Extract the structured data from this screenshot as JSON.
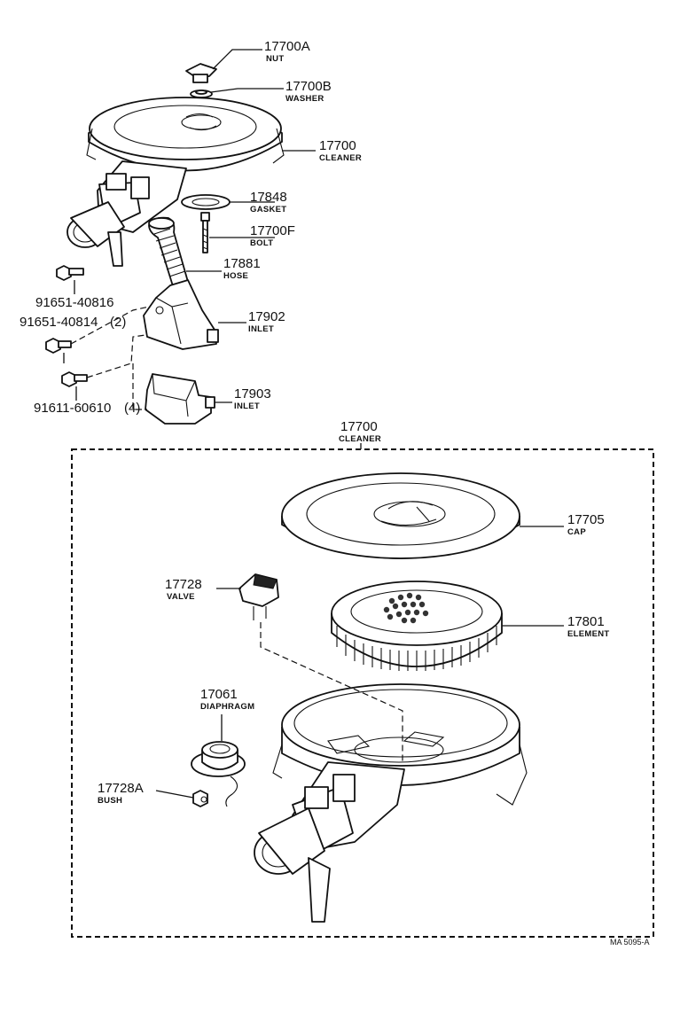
{
  "callouts": {
    "nut": {
      "number": "17700A",
      "name": "NUT"
    },
    "washer": {
      "number": "17700B",
      "name": "WASHER"
    },
    "cleaner_top": {
      "number": "17700",
      "name": "CLEANER"
    },
    "gasket": {
      "number": "17848",
      "name": "GASKET"
    },
    "bolt": {
      "number": "17700F",
      "name": "BOLT"
    },
    "hose": {
      "number": "17881",
      "name": "HOSE"
    },
    "inlet1": {
      "number": "17902",
      "name": "INLET"
    },
    "inlet2": {
      "number": "17903",
      "name": "INLET"
    },
    "bolt_a": {
      "number": "91651-40816"
    },
    "bolt_b": {
      "number": "91651-40814",
      "qty": "(2)"
    },
    "bolt_c": {
      "number": "91611-60610",
      "qty": "(4)"
    },
    "cleaner_box": {
      "number": "17700",
      "name": "CLEANER"
    },
    "cap": {
      "number": "17705",
      "name": "CAP"
    },
    "valve": {
      "number": "17728",
      "name": "VALVE"
    },
    "element": {
      "number": "17801",
      "name": "ELEMENT"
    },
    "diaphragm": {
      "number": "17061",
      "name": "DIAPHRAGM"
    },
    "bush": {
      "number": "17728A",
      "name": "BUSH"
    }
  },
  "figure_code": "MA 5095-A"
}
